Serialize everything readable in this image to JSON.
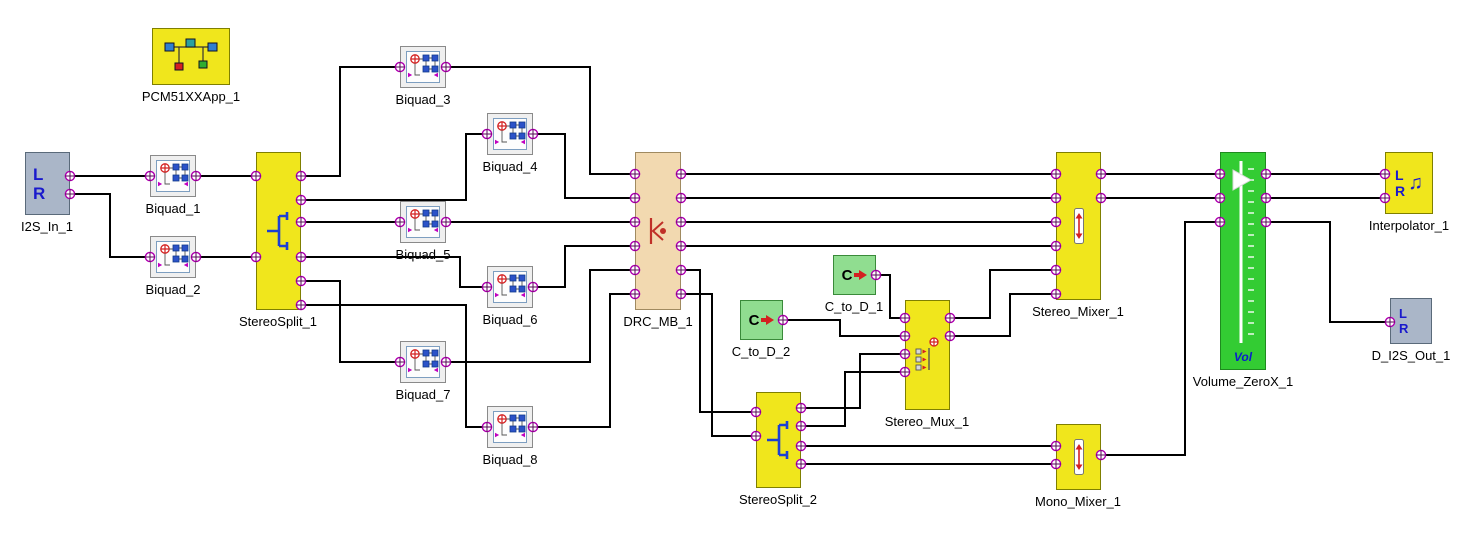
{
  "canvas": {
    "kind": "audio-dsp-process-flow"
  },
  "colors": {
    "canvas_bg": "#ffffff",
    "wire": "#000000",
    "port_ring": "#b000b0",
    "block_yellow": "#f0e61c",
    "block_bright_green": "#33cc33",
    "block_light_green": "#90dd90",
    "block_tan": "#f2d9b0",
    "block_grey_blue": "#aab6c8",
    "channel_letter_blue": "#1a1acc",
    "biquad_red": "#d42020"
  },
  "icons": {
    "music_note": "♫"
  },
  "blocks": [
    {
      "id": "i2s_in_1",
      "label": "I2S_In_1",
      "type": "i2s-input",
      "channels": [
        "L",
        "R"
      ]
    },
    {
      "id": "pcm51xxapp_1",
      "label": "PCM51XXApp_1",
      "type": "app-block"
    },
    {
      "id": "biquad_1",
      "label": "Biquad_1",
      "type": "biquad-filter"
    },
    {
      "id": "biquad_2",
      "label": "Biquad_2",
      "type": "biquad-filter"
    },
    {
      "id": "stereosplit_1",
      "label": "StereoSplit_1",
      "type": "stereo-split"
    },
    {
      "id": "biquad_3",
      "label": "Biquad_3",
      "type": "biquad-filter"
    },
    {
      "id": "biquad_4",
      "label": "Biquad_4",
      "type": "biquad-filter"
    },
    {
      "id": "biquad_5",
      "label": "Biquad_5",
      "type": "biquad-filter"
    },
    {
      "id": "biquad_6",
      "label": "Biquad_6",
      "type": "biquad-filter"
    },
    {
      "id": "biquad_7",
      "label": "Biquad_7",
      "type": "biquad-filter"
    },
    {
      "id": "biquad_8",
      "label": "Biquad_8",
      "type": "biquad-filter"
    },
    {
      "id": "drc_mb_1",
      "label": "DRC_MB_1",
      "type": "multiband-drc"
    },
    {
      "id": "c_to_d_2",
      "label": "C_to_D_2",
      "type": "control-to-data",
      "glyph": "C"
    },
    {
      "id": "c_to_d_1",
      "label": "C_to_D_1",
      "type": "control-to-data",
      "glyph": "C"
    },
    {
      "id": "stereosplit_2",
      "label": "StereoSplit_2",
      "type": "stereo-split"
    },
    {
      "id": "stereo_mux_1",
      "label": "Stereo_Mux_1",
      "type": "stereo-mux"
    },
    {
      "id": "stereo_mixer_1",
      "label": "Stereo_Mixer_1",
      "type": "stereo-mixer"
    },
    {
      "id": "mono_mixer_1",
      "label": "Mono_Mixer_1",
      "type": "mono-mixer"
    },
    {
      "id": "volume_zerox_1",
      "label": "Volume_ZeroX_1",
      "type": "volume",
      "glyph": "Vol"
    },
    {
      "id": "interpolator_1",
      "label": "Interpolator_1",
      "type": "interpolator",
      "channels": [
        "L",
        "R"
      ]
    },
    {
      "id": "d_i2s_out_1",
      "label": "D_I2S_Out_1",
      "type": "i2s-output",
      "channels": [
        "L",
        "R"
      ]
    }
  ],
  "connections": [
    "I2S_In_1.out1 -> Biquad_1.in",
    "I2S_In_1.out2 -> Biquad_2.in",
    "Biquad_1.out -> StereoSplit_1.in1",
    "Biquad_2.out -> StereoSplit_1.in2",
    "StereoSplit_1.out1 -> Biquad_3.in",
    "StereoSplit_1.out2 -> Biquad_4.in",
    "StereoSplit_1.out3 -> Biquad_5.in",
    "StereoSplit_1.out4 -> Biquad_6.in",
    "StereoSplit_1.out5 -> Biquad_7.in",
    "StereoSplit_1.out6 -> Biquad_8.in",
    "Biquad_3.out -> DRC_MB_1.in1",
    "Biquad_4.out -> DRC_MB_1.in2",
    "Biquad_5.out -> DRC_MB_1.in3",
    "Biquad_6.out -> DRC_MB_1.in4",
    "Biquad_7.out -> DRC_MB_1.in5",
    "Biquad_8.out -> DRC_MB_1.in6",
    "DRC_MB_1.out1 -> Stereo_Mixer_1.in1",
    "DRC_MB_1.out2 -> Stereo_Mixer_1.in2",
    "DRC_MB_1.out3 -> Stereo_Mixer_1.in3",
    "DRC_MB_1.out4 -> Stereo_Mixer_1.in4",
    "DRC_MB_1.out5 -> StereoSplit_2.in1",
    "DRC_MB_1.out6 -> StereoSplit_2.in2",
    "C_to_D_1.out -> Stereo_Mux_1.in1",
    "C_to_D_2.out -> Stereo_Mux_1.in2",
    "StereoSplit_2.out1 -> Stereo_Mux_1.in3",
    "StereoSplit_2.out2 -> Stereo_Mux_1.in4",
    "StereoSplit_2.out3 -> Mono_Mixer_1.in1",
    "StereoSplit_2.out4 -> Mono_Mixer_1.in2",
    "Stereo_Mux_1.out1 -> Stereo_Mixer_1.in5",
    "Stereo_Mux_1.out2 -> Stereo_Mixer_1.in6",
    "Stereo_Mixer_1.out1 -> Volume_ZeroX_1.in1",
    "Stereo_Mixer_1.out2 -> Volume_ZeroX_1.in2",
    "Mono_Mixer_1.out -> Volume_ZeroX_1.in3",
    "Volume_ZeroX_1.out1 -> Interpolator_1.in1",
    "Volume_ZeroX_1.out2 -> Interpolator_1.in2",
    "Volume_ZeroX_1.out3 -> D_I2S_Out_1.in"
  ]
}
